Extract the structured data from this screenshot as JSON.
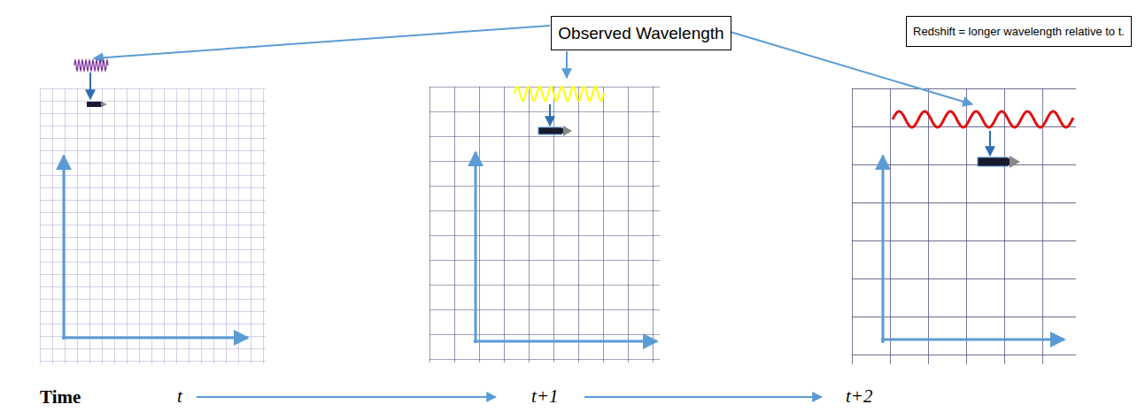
{
  "diagram": {
    "nodes": [
      {
        "text": [
          "Observed Wavelength"
        ]
      },
      {
        "text": [
          "Redshift = longer wavelength relative to t."
        ]
      }
    ],
    "labels": [
      "Time",
      "t",
      "t+1",
      "t+2"
    ]
  }
}
